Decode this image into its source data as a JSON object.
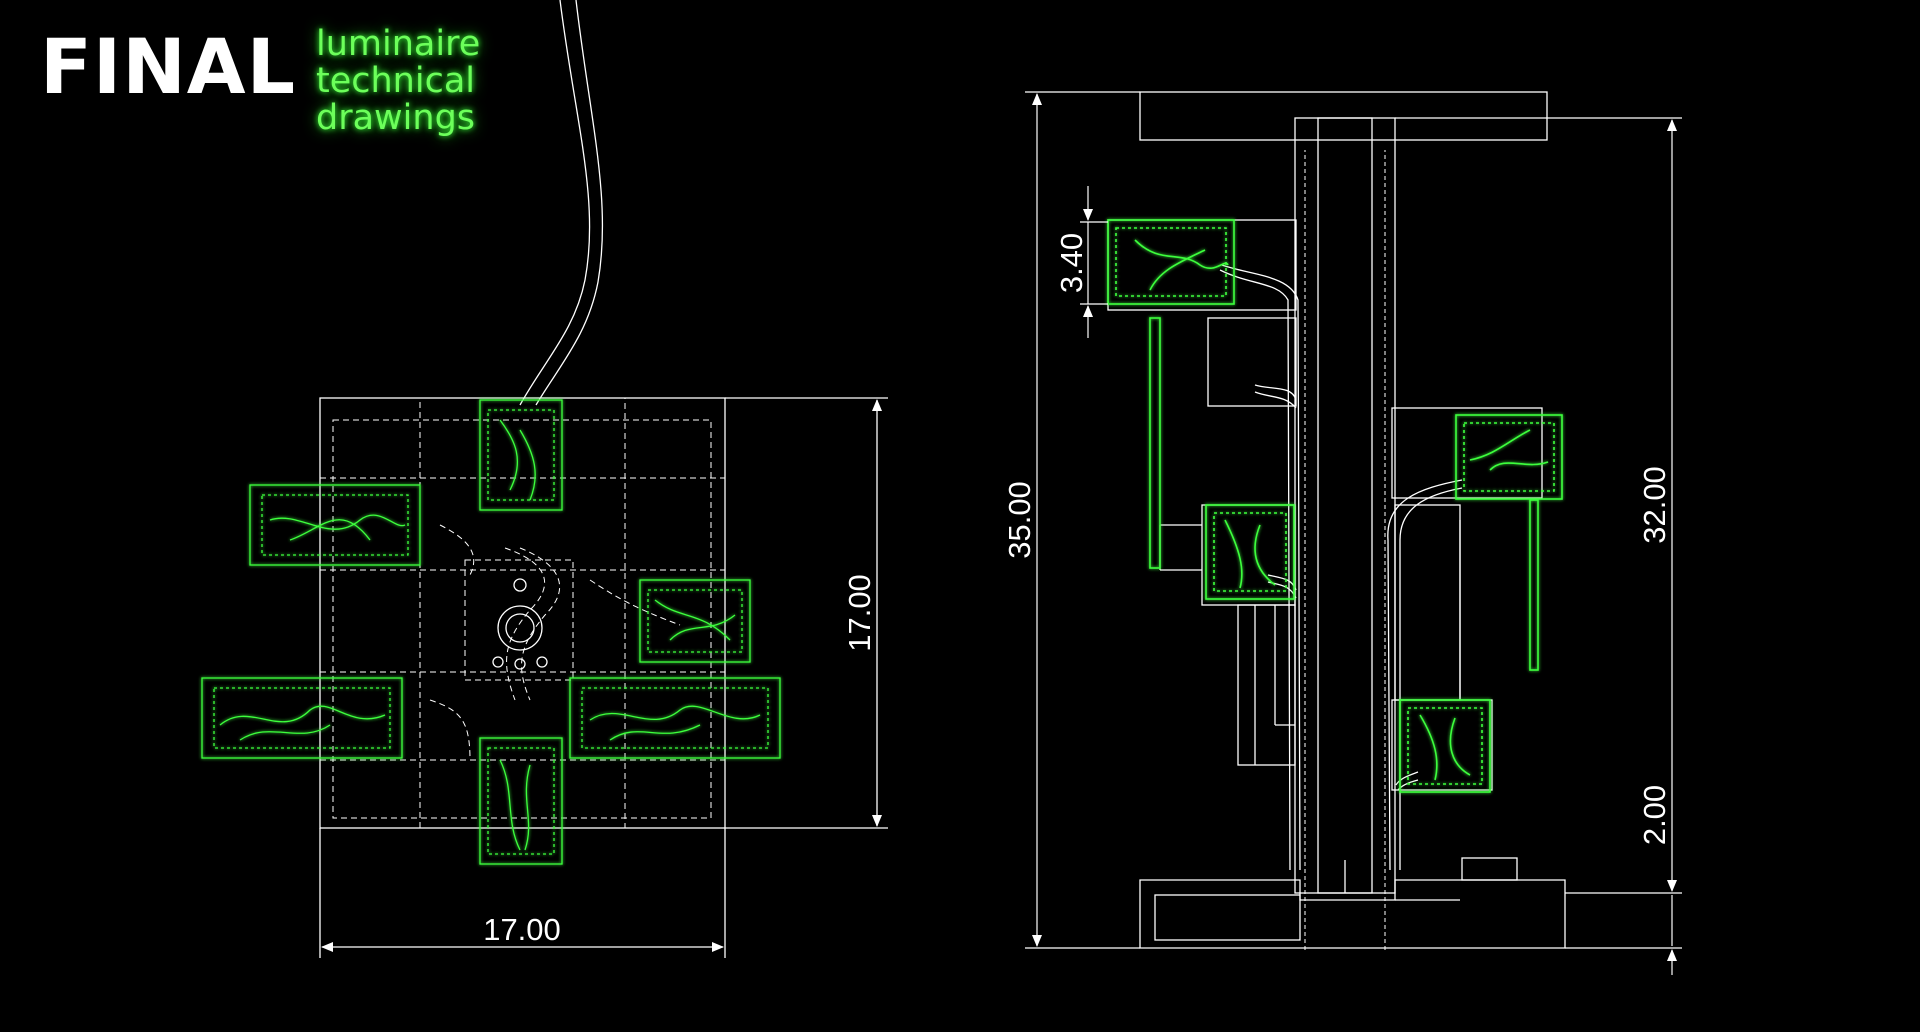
{
  "title": {
    "main": "FINAL",
    "sub_lines": [
      "luminaire",
      "technical",
      "drawings"
    ]
  },
  "dimensions": {
    "plan_width": "17.00",
    "plan_depth": "17.00",
    "elev_total_height": "35.00",
    "elev_column_height": "32.00",
    "elev_box_height": "3.40",
    "elev_base_height": "2.00"
  },
  "colors": {
    "background": "#000000",
    "line": "#ffffff",
    "accent": "#3cff3c"
  }
}
